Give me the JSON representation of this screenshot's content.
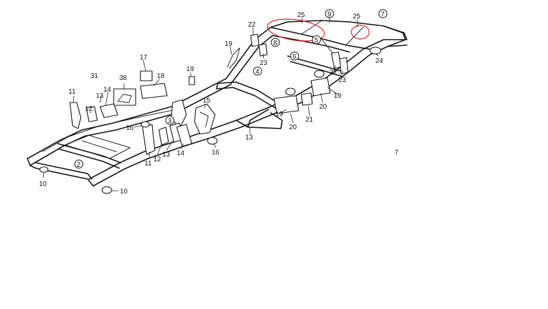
{
  "diagram": {
    "highlight_color": "#d42020",
    "callouts": {
      "c25a": "25",
      "c9": "9",
      "c25b": "25",
      "c7top": "7",
      "c22a": "22",
      "c19a": "19",
      "c23a": "23",
      "c8": "8",
      "c6": "6",
      "c5": "5",
      "c22b": "22",
      "c24": "24",
      "c23b": "23",
      "c4": "4",
      "c17": "17",
      "c31": "31",
      "c38": "38",
      "c18": "18",
      "c19b": "19",
      "c11a": "11",
      "c13a": "13",
      "c14a": "14",
      "c12a": "12",
      "c15": "15",
      "c19c": "19",
      "c19d": "19",
      "c20a": "20",
      "c20b": "20",
      "c21": "21",
      "c3": "3",
      "c16a": "16",
      "c16b": "16",
      "c13b": "13",
      "c11b": "11",
      "c12b": "12",
      "c13c": "13",
      "c14b": "14",
      "c2": "2",
      "c10a": "10",
      "c10b": "10",
      "c7side": "7"
    }
  }
}
